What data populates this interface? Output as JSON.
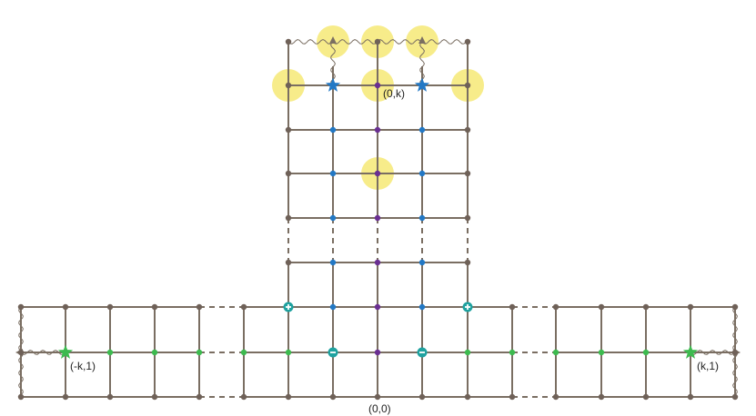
{
  "labels": {
    "top_center": "(0,k)",
    "left_star": "(-k,1)",
    "right_star": "(k,1)",
    "origin": "(0,0)"
  },
  "colors": {
    "edge": "#7a6e62",
    "node": "#6f6158",
    "purple": "#6a2f92",
    "blue": "#2278c5",
    "green": "#3dba4f",
    "teal": "#1fa2a0",
    "highlight": "#f7ec8a"
  },
  "legend_icons": [
    "star-marker",
    "plus-marker",
    "minus-marker",
    "wavy-boundary"
  ]
}
